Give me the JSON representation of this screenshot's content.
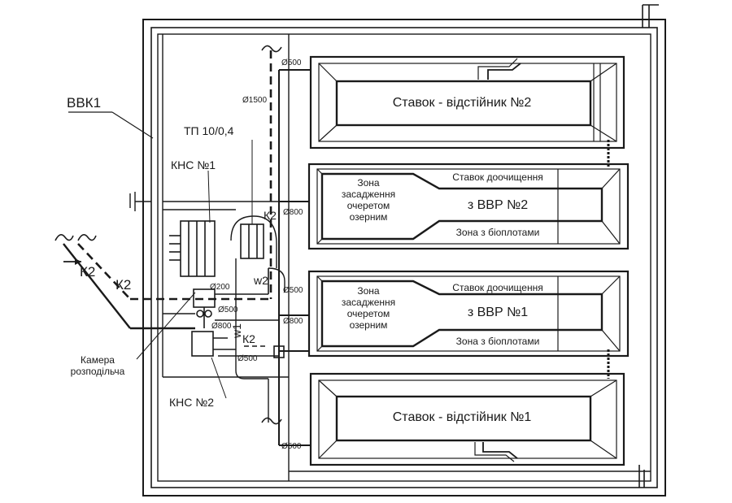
{
  "labels": {
    "vvk1": "ВВК1",
    "tp": "ТП 10/0,4",
    "kns1": "КНС №1",
    "kns2": "КНС №2",
    "camera_line1": "Камера",
    "camera_line2": "розподільча",
    "k2_left1": "К2",
    "k2_left2": "К2",
    "k2_vertical": "К2",
    "k2_small": "К2",
    "w2": "w2",
    "w1": "w1"
  },
  "diameters": {
    "d500_top": "Ø500",
    "d1500": "Ø1500",
    "d800_upper": "Ø800",
    "d200": "Ø200",
    "d500_mid": "Ø500",
    "d500_a": "Ø500",
    "d800_b": "Ø800",
    "d800_lower": "Ø800",
    "d500_c": "Ø500",
    "d500_bottom": "Ø500"
  },
  "ponds": {
    "settling2": "Ставок - відстійник №2",
    "settling1": "Ставок - відстійник №1",
    "post2": {
      "reeds_l1": "Зона",
      "reeds_l2": "засадження",
      "reeds_l3": "очеретом",
      "reeds_l4": "озерним",
      "title": "Ставок доочищення",
      "vvr": "з ВВР №2",
      "bioplato": "Зона з біоплотами"
    },
    "post1": {
      "reeds_l1": "Зона",
      "reeds_l2": "засадження",
      "reeds_l3": "очеретом",
      "reeds_l4": "озерним",
      "title": "Ставок доочищення",
      "vvr": "з ВВР №1",
      "bioplato": "Зона з біоплотами"
    }
  }
}
